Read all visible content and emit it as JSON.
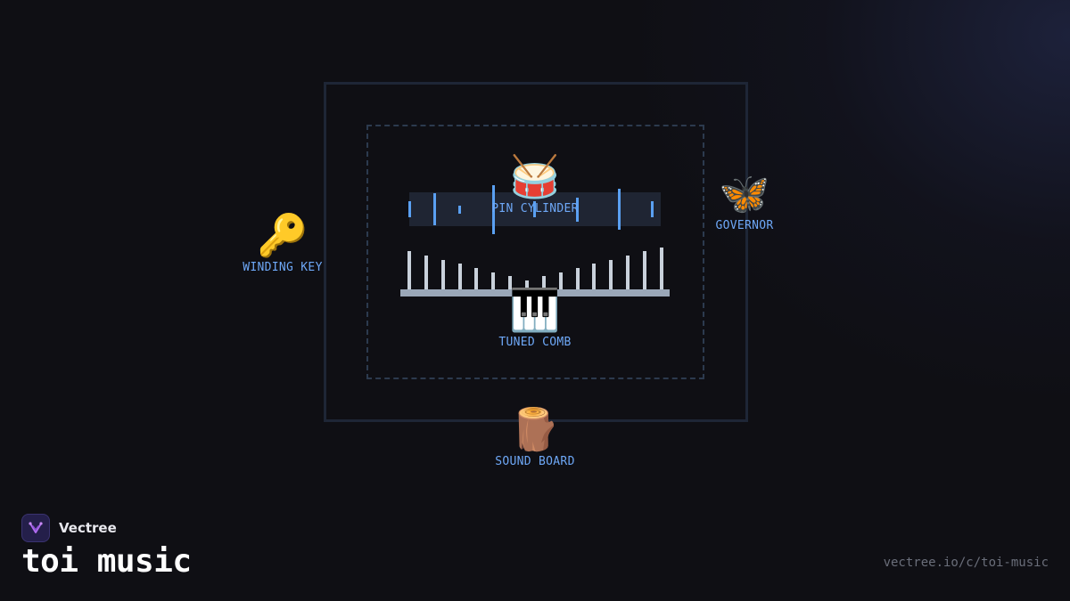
{
  "diagram": {
    "nodes": [
      {
        "id": "winding-key",
        "icon": "key-icon",
        "emoji": "🔑",
        "label": "WINDING KEY"
      },
      {
        "id": "pin-cylinder",
        "icon": "drum-icon",
        "emoji": "🥁",
        "label": "PIN CYLINDER"
      },
      {
        "id": "governor",
        "icon": "butterfly-icon",
        "emoji": "🦋",
        "label": "GOVERNOR"
      },
      {
        "id": "tuned-comb",
        "icon": "piano-keys-icon",
        "emoji": "🎹",
        "label": "TUNED COMB"
      },
      {
        "id": "sound-board",
        "icon": "wood-log-icon",
        "emoji": "🪵",
        "label": "SOUND BOARD"
      }
    ],
    "colors": {
      "label": "#6ea8f7",
      "pin": "#5aa0f2",
      "comb_tooth": "#c9d1db",
      "frame": "#1e2636",
      "background": "#0f0f14"
    }
  },
  "brand": {
    "name": "Vectree",
    "logo_icon": "vectree-logo-icon",
    "title": "toi music",
    "url": "vectree.io/c/toi-music"
  }
}
